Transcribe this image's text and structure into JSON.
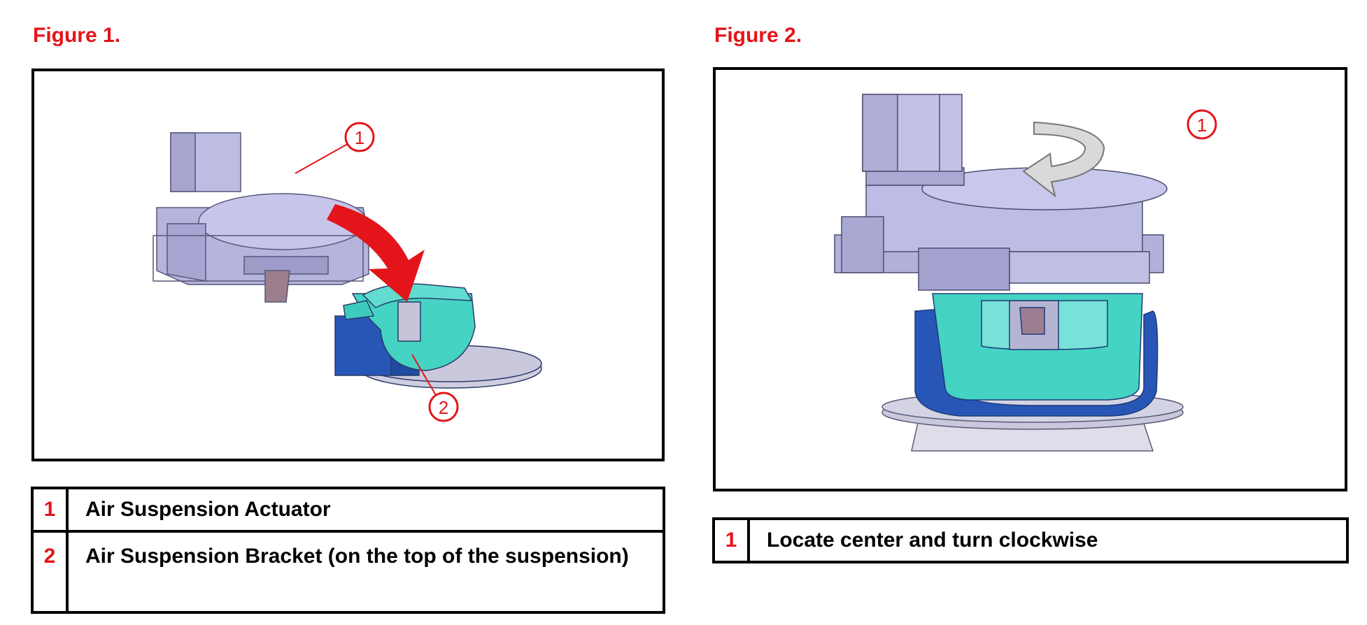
{
  "figure1": {
    "title": "Figure 1.",
    "callouts": [
      "1",
      "2"
    ],
    "legend": [
      {
        "number": "1",
        "text": "Air Suspension Actuator"
      },
      {
        "number": "2",
        "text": "Air Suspension Bracket (on the top of the suspension)"
      }
    ]
  },
  "figure2": {
    "title": "Figure 2.",
    "callouts": [
      "1"
    ],
    "legend": [
      {
        "number": "1",
        "text": "Locate center and turn clockwise"
      }
    ]
  },
  "colors": {
    "accent_red": "#e3151b",
    "actuator": "#b9b8df",
    "bracket_teal": "#45d3c3",
    "bracket_blue": "#2756b6",
    "base_plate": "#c9c8dc"
  }
}
